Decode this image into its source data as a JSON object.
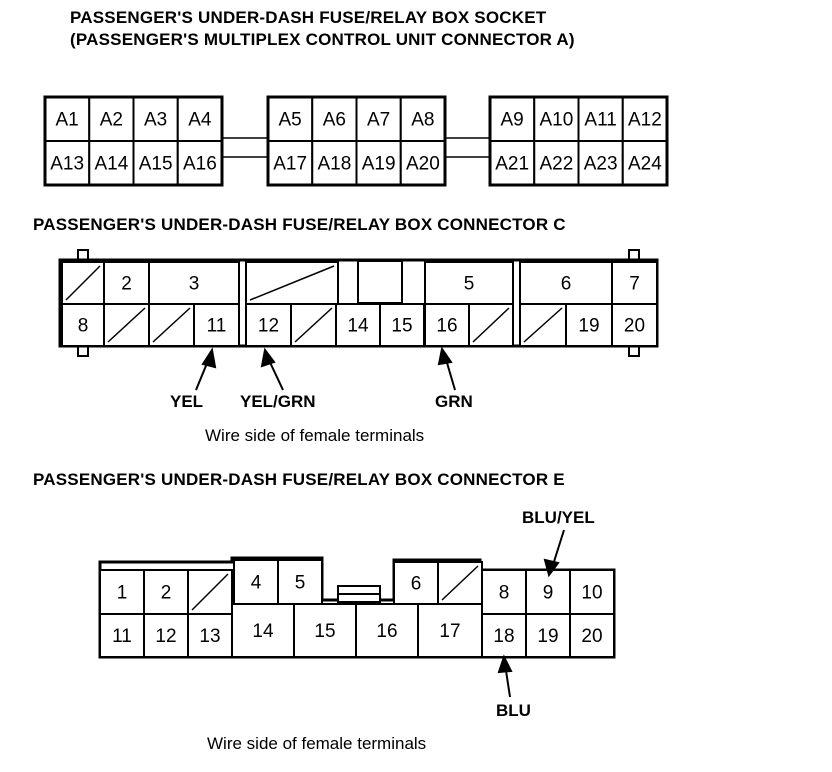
{
  "socket": {
    "title_line1": "PASSENGER'S UNDER-DASH FUSE/RELAY BOX SOCKET",
    "title_line2": "(PASSENGER'S MULTIPLEX CONTROL UNIT CONNECTOR A)",
    "blocks": [
      [
        "A1",
        "A2",
        "A3",
        "A4",
        "A13",
        "A14",
        "A15",
        "A16"
      ],
      [
        "A5",
        "A6",
        "A7",
        "A8",
        "A17",
        "A18",
        "A19",
        "A20"
      ],
      [
        "A9",
        "A10",
        "A11",
        "A12",
        "A21",
        "A22",
        "A23",
        "A24"
      ]
    ]
  },
  "connector_c": {
    "title": "PASSENGER'S UNDER-DASH FUSE/RELAY BOX CONNECTOR C",
    "top_labels": [
      "2",
      "3",
      "5",
      "6",
      "7"
    ],
    "bottom_labels": [
      "8",
      "11",
      "12",
      "14",
      "15",
      "16",
      "19",
      "20"
    ],
    "wires": [
      "YEL",
      "YEL/GRN",
      "GRN"
    ],
    "caption": "Wire side of female terminals"
  },
  "connector_e": {
    "title": "PASSENGER'S UNDER-DASH FUSE/RELAY BOX CONNECTOR E",
    "top_labels": [
      "1",
      "2",
      "4",
      "5",
      "6",
      "8",
      "9",
      "10"
    ],
    "bottom_labels": [
      "11",
      "12",
      "13",
      "14",
      "15",
      "16",
      "17",
      "18",
      "19",
      "20"
    ],
    "wires": [
      "BLU/YEL",
      "BLU"
    ],
    "caption": "Wire side of female terminals"
  }
}
